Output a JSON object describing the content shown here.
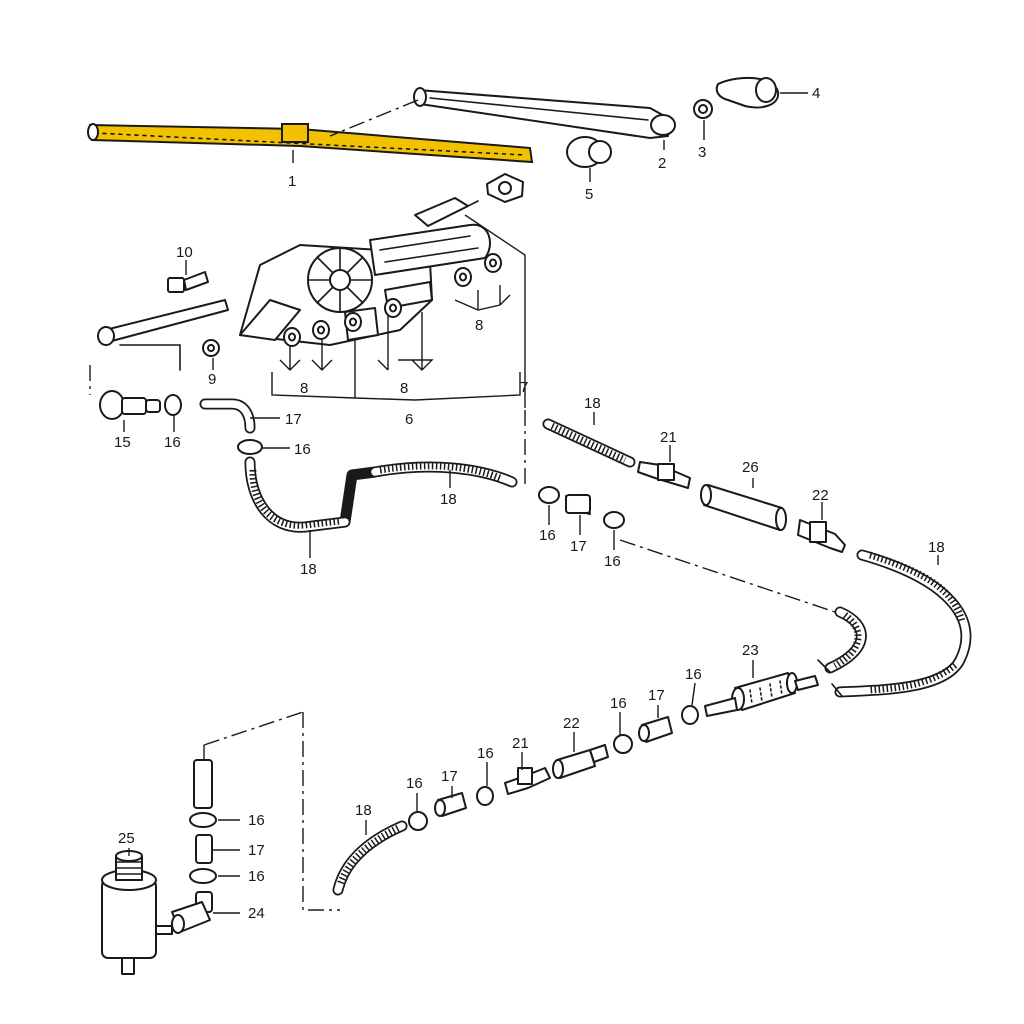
{
  "colors": {
    "highlight": "#f2c200",
    "ink": "#1a1a1a",
    "background": "#ffffff"
  },
  "labels": {
    "l1": "1",
    "l2": "2",
    "l3": "3",
    "l4": "4",
    "l5": "5",
    "l6": "6",
    "l7": "7",
    "l8": "8",
    "l9": "9",
    "l10": "10",
    "l15": "15",
    "l16": "16",
    "l17": "17",
    "l18": "18",
    "l21": "21",
    "l22": "22",
    "l23": "23",
    "l24": "24",
    "l25": "25",
    "l26": "26"
  }
}
